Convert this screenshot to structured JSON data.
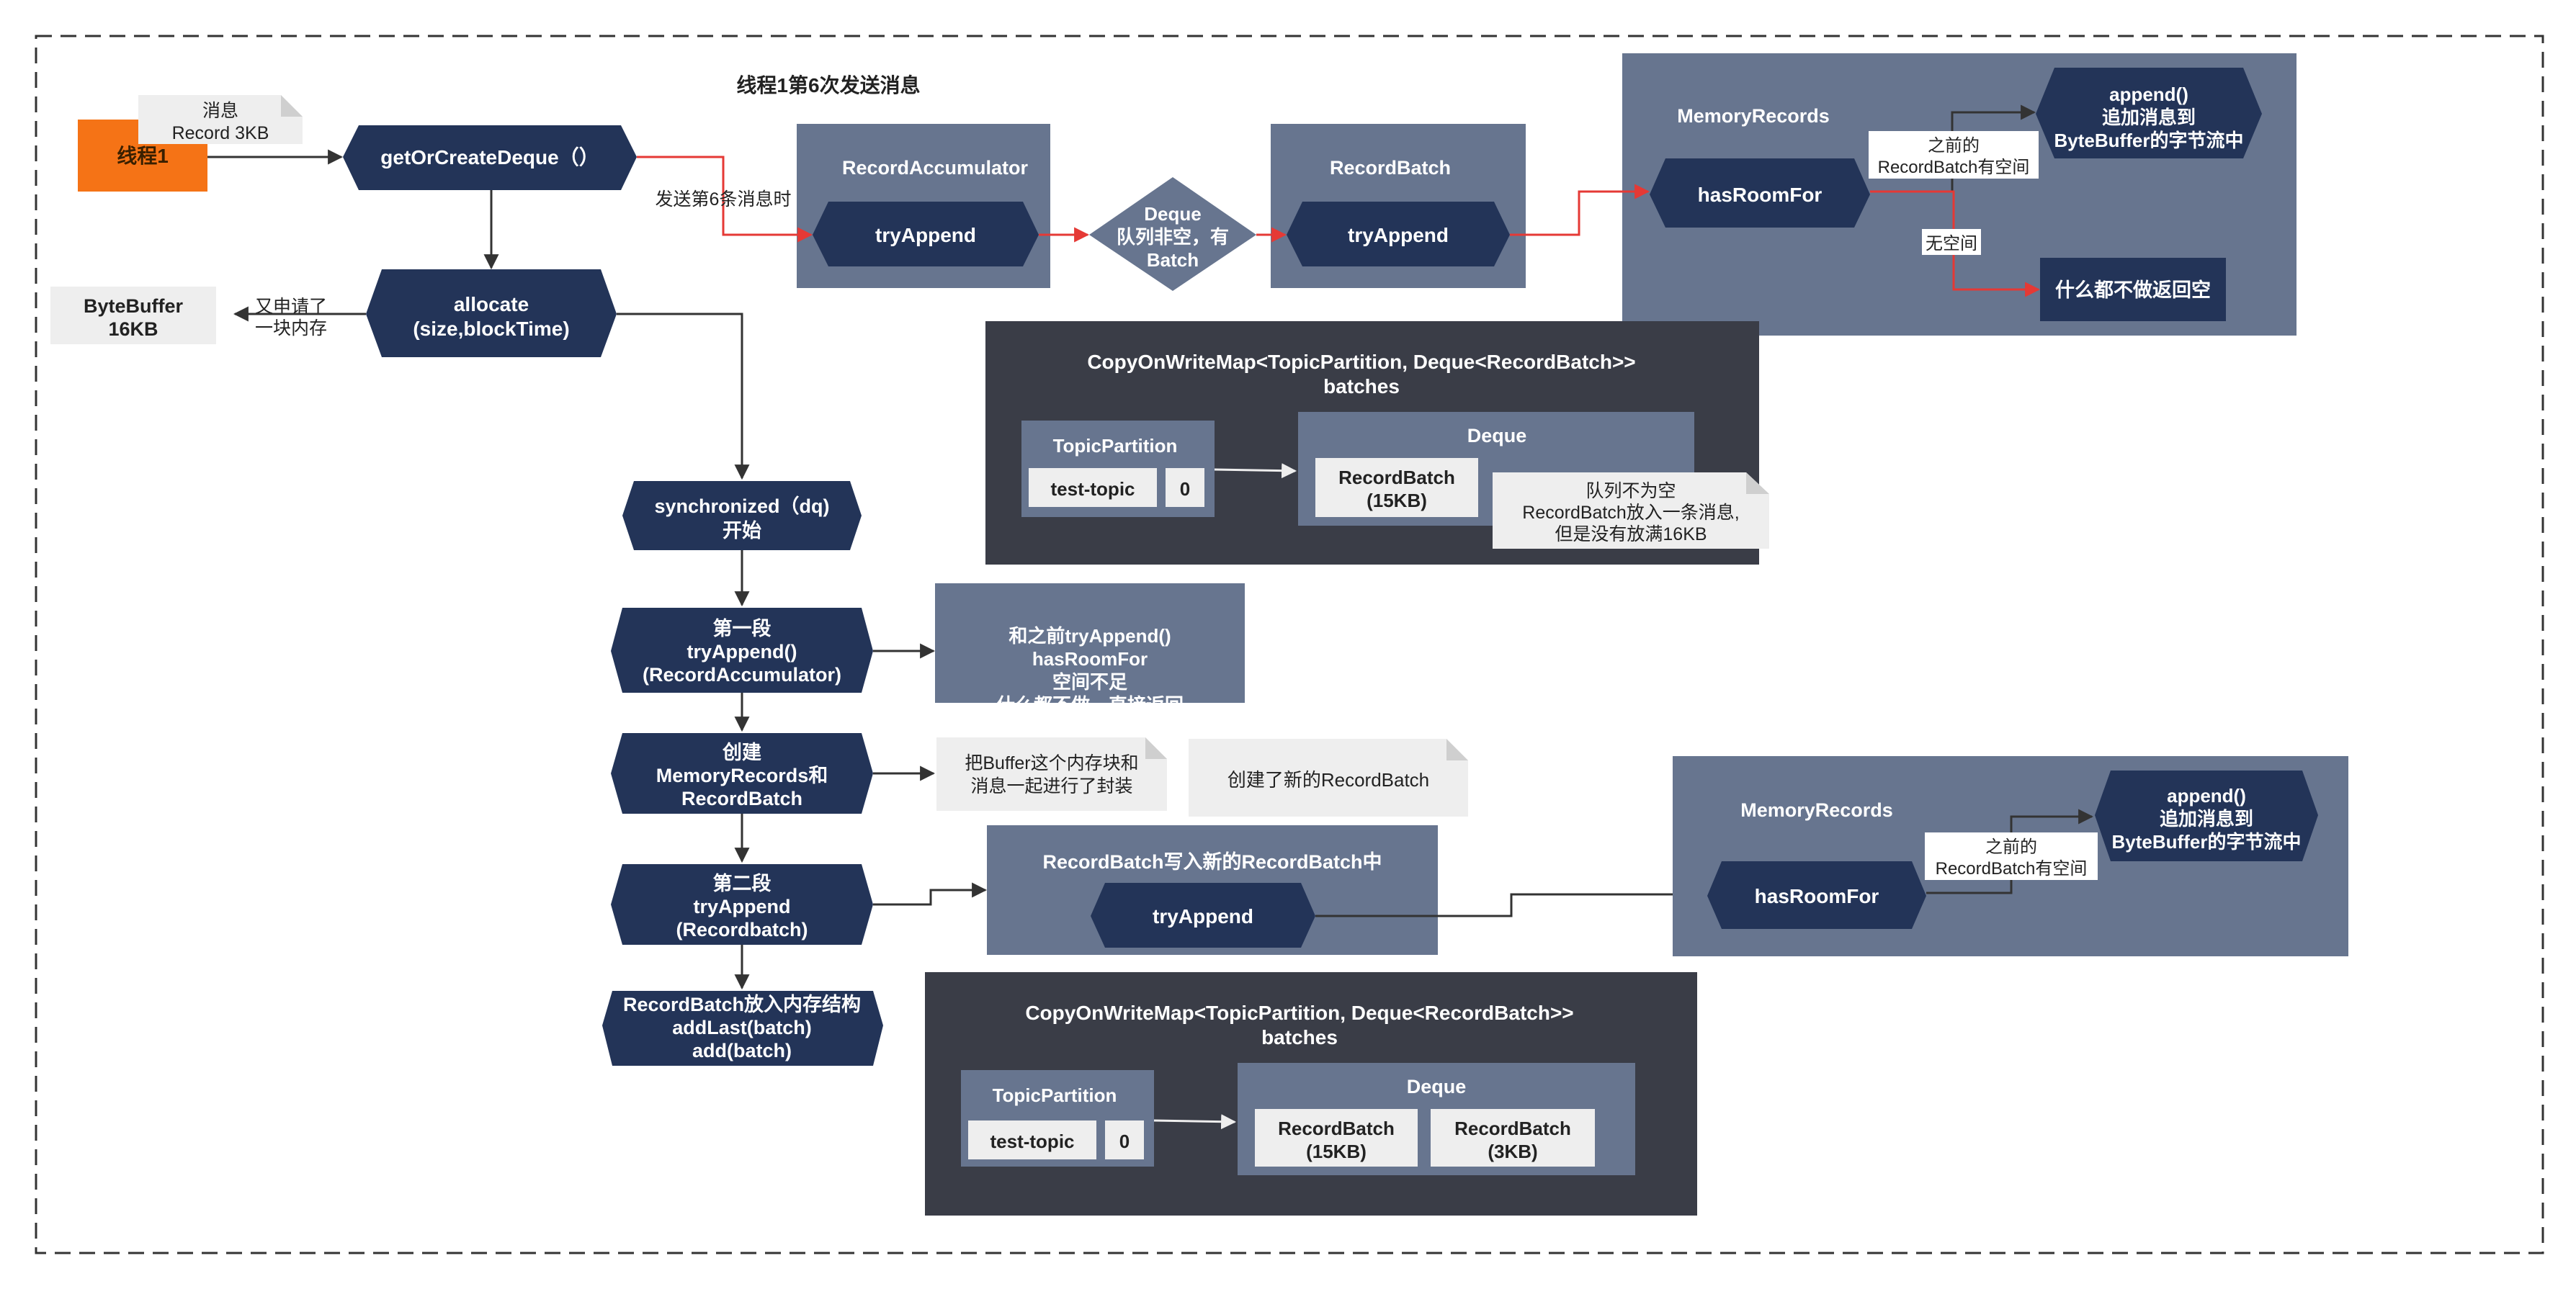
{
  "title": "线程1第6次发送消息",
  "thread": {
    "label": "线程1"
  },
  "msg_note": {
    "lines": [
      "消息",
      "Record 3KB"
    ]
  },
  "get_deque": {
    "label": "getOrCreateDeque（）"
  },
  "send_6th": {
    "label": "发送第6条消息时"
  },
  "allocate": {
    "lines": [
      "allocate",
      "(size,blockTime)"
    ]
  },
  "bytebuffer": {
    "lines": [
      "ByteBuffer",
      "16KB"
    ]
  },
  "alloc_note": {
    "lines": [
      "又申请了",
      "一块内存"
    ]
  },
  "accumulator": {
    "title": "RecordAccumulator",
    "method": "tryAppend"
  },
  "deque_diamond": {
    "lines": [
      "Deque",
      "队列非空，有",
      "Batch"
    ]
  },
  "record_batch_1": {
    "title": "RecordBatch",
    "method": "tryAppend"
  },
  "memory_records_1": {
    "title": "MemoryRecords",
    "method": "hasRoomFor",
    "append_lines": [
      "append()",
      "追加消息到",
      "ByteBuffer的字节流中"
    ],
    "room_lines": [
      "之前的",
      "RecordBatch有空间"
    ],
    "no_room": "无空间",
    "nothing": "什么都不做返回空"
  },
  "batches_1": {
    "title_lines": [
      "CopyOnWriteMap<TopicPartition, Deque<RecordBatch>>",
      "batches"
    ],
    "tp_title": "TopicPartition",
    "topic": "test-topic",
    "partition": "0",
    "deque_title": "Deque",
    "batch_lines": [
      "RecordBatch",
      "(15KB)"
    ],
    "note_lines": [
      "队列不为空",
      "RecordBatch放入一条消息,",
      "但是没有放满16KB"
    ]
  },
  "sync": {
    "lines": [
      "synchronized（dq)",
      "开始"
    ]
  },
  "seg1": {
    "lines": [
      "第一段",
      "tryAppend()",
      "(RecordAccumulator)"
    ]
  },
  "seg1_note": {
    "lines": [
      "和之前tryAppend()",
      "hasRoomFor",
      "空间不足",
      "什么都不做，直接返回"
    ]
  },
  "create": {
    "lines": [
      "创建",
      "MemoryRecords和",
      "RecordBatch"
    ]
  },
  "create_note": {
    "lines": [
      "把Buffer这个内存块和",
      "消息一起进行了封装"
    ]
  },
  "create_note2": {
    "label": "创建了新的RecordBatch"
  },
  "seg2": {
    "lines": [
      "第二段",
      "tryAppend",
      "(Recordbatch)"
    ]
  },
  "rb_write": {
    "title": "RecordBatch写入新的RecordBatch中",
    "method": "tryAppend"
  },
  "memory_records_2": {
    "title": "MemoryRecords",
    "method": "hasRoomFor",
    "append_lines": [
      "append()",
      "追加消息到",
      "ByteBuffer的字节流中"
    ],
    "room_lines": [
      "之前的",
      "RecordBatch有空间"
    ]
  },
  "put": {
    "lines": [
      "RecordBatch放入内存结构",
      "addLast(batch)",
      "add(batch)"
    ]
  },
  "batches_2": {
    "title_lines": [
      "CopyOnWriteMap<TopicPartition, Deque<RecordBatch>>",
      "batches"
    ],
    "tp_title": "TopicPartition",
    "topic": "test-topic",
    "partition": "0",
    "deque_title": "Deque",
    "batch_a": [
      "RecordBatch",
      "(15KB)"
    ],
    "batch_b": [
      "RecordBatch",
      "(3KB)"
    ]
  },
  "colors": {
    "navy": "#233458",
    "slate": "#67758f",
    "dark": "#3a3d47",
    "orange": "#f57316",
    "red": "#e53935",
    "note": "#eeeeee"
  }
}
